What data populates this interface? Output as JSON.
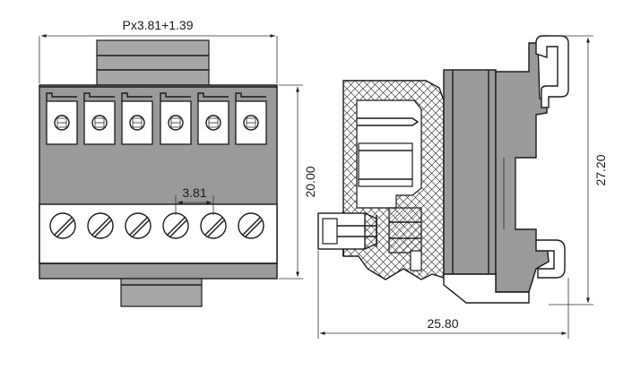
{
  "colors": {
    "housing_fill": "#9a9a9a",
    "line": "#1a1a1a",
    "background": "#ffffff"
  },
  "front_view": {
    "overall_width_label": "Px3.81+1.39",
    "height_label": "20.00",
    "pitch_label": "3.81",
    "terminal_count": 6,
    "screw_count": 6
  },
  "side_view": {
    "height_label": "27.20",
    "depth_label": "25.80"
  }
}
